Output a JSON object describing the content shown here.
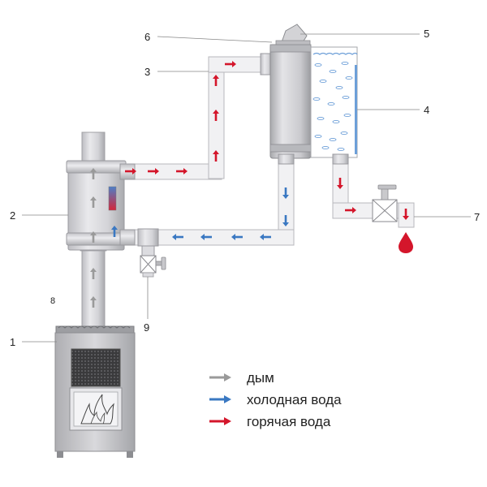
{
  "labels": {
    "n1": "1",
    "n2": "2",
    "n3": "3",
    "n4": "4",
    "n5": "5",
    "n6": "6",
    "n7": "7",
    "n8": "8",
    "n9": "9"
  },
  "legend": {
    "smoke": "дым",
    "cold_water": "холодная вода",
    "hot_water": "горячая вода"
  },
  "colors": {
    "smoke": "#9a9a9a",
    "cold_water": "#3a78c2",
    "hot_water": "#d4162b",
    "pipe_fill": "#f1f1f3",
    "pipe_stroke": "#b8b8bd",
    "metal_dark": "#9fa0a5",
    "water_blue": "#6d9fd8"
  }
}
